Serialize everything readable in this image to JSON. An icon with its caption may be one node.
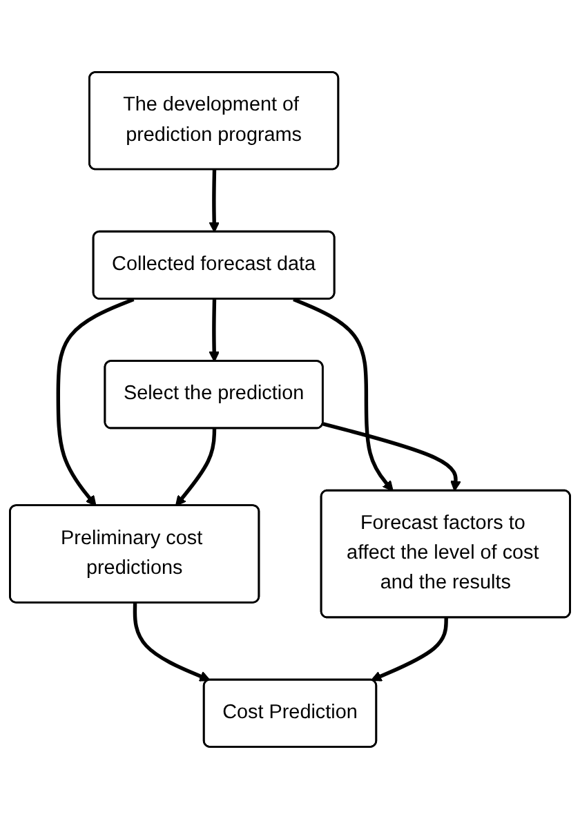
{
  "diagram": {
    "nodes": [
      {
        "text": [
          "The development of prediction programs"
        ]
      },
      {
        "text": [
          "Collected forecast data"
        ]
      },
      {
        "text": [
          "Select the prediction"
        ]
      },
      {
        "text": [
          "Preliminary cost predictions"
        ]
      },
      {
        "text": [
          "Forecast factors to affect the level of cost and the results"
        ]
      },
      {
        "text": [
          "Cost Prediction"
        ]
      }
    ],
    "edges": [
      {
        "from": 0,
        "to": 1,
        "arrow": "to"
      },
      {
        "from": 1,
        "to": 2,
        "arrow": "to"
      },
      {
        "from": 1,
        "to": 3,
        "arrow": "to"
      },
      {
        "from": 1,
        "to": 4,
        "arrow": "to"
      },
      {
        "from": 2,
        "to": 3,
        "arrow": "to"
      },
      {
        "from": 2,
        "to": 4,
        "arrow": "to"
      },
      {
        "from": 3,
        "to": 5,
        "arrow": "to"
      },
      {
        "from": 4,
        "to": 5,
        "arrow": "to"
      }
    ]
  }
}
